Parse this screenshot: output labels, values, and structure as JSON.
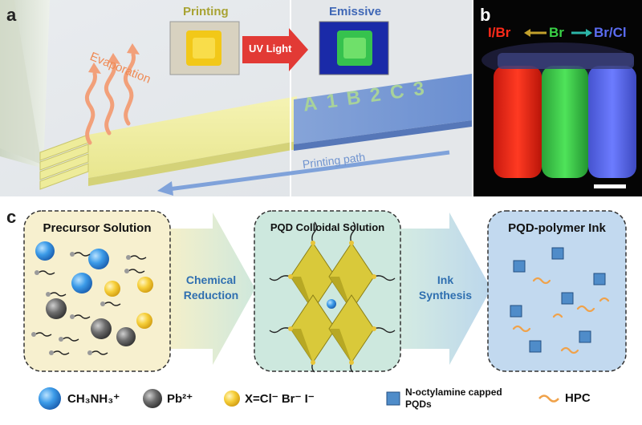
{
  "panel_a": {
    "label": "a",
    "printing_label": "Printing",
    "emissive_label": "Emissive",
    "uv_label": "UV Light",
    "evaporation_label": "Evaporation",
    "pattern_text": "A1B2C3",
    "path_label": "Printing path"
  },
  "panel_b": {
    "label": "b",
    "halide_left": "I/Br",
    "halide_mid": "Br",
    "halide_right": "Br/Cl",
    "colors": {
      "red": "#ff2a1a",
      "green": "#39d146",
      "blue": "#5b6cf0",
      "arrow_left": "#c2a02c",
      "arrow_right": "#2cb5a8"
    }
  },
  "panel_c": {
    "label": "c",
    "precursor_title": "Precursor Solution",
    "colloid_title": "PQD Colloidal Solution",
    "ink_title": "PQD-polymer Ink",
    "step1_line1": "Chemical",
    "step1_line2": "Reduction",
    "step2_line1": "Ink",
    "step2_line2": "Synthesis"
  },
  "legend": {
    "ma_text": "CH₃NH₃⁺",
    "pb_text": "Pb²⁺",
    "x_text": "X=Cl⁻ Br⁻ I⁻",
    "pqd_line1": "N-octylamine capped",
    "pqd_line2": "PQDs",
    "hpc_text": "HPC"
  }
}
